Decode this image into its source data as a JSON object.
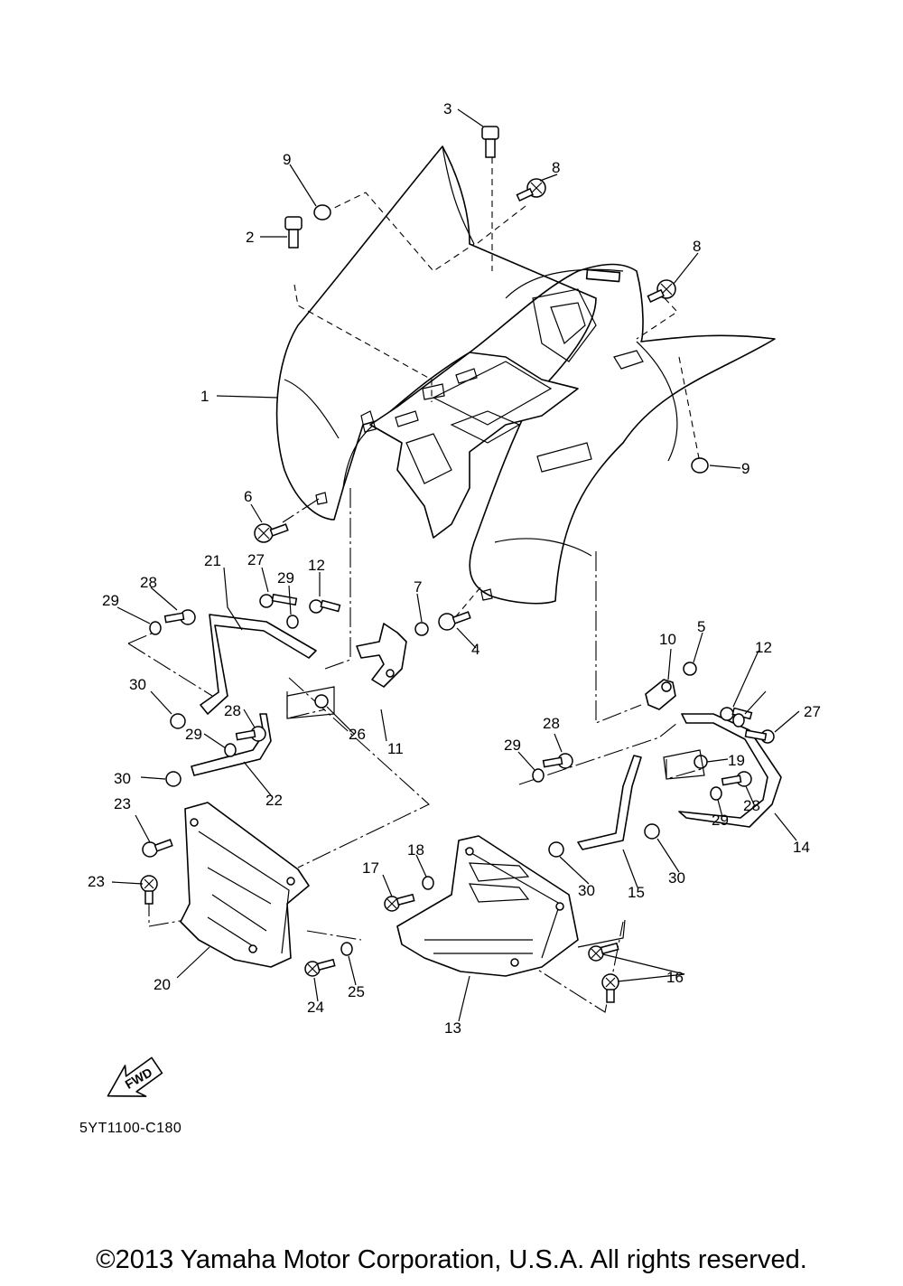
{
  "diagram": {
    "callouts": [
      "1",
      "2",
      "3",
      "4",
      "5",
      "6",
      "7",
      "8",
      "8",
      "9",
      "9",
      "10",
      "11",
      "12",
      "12",
      "13",
      "14",
      "15",
      "16",
      "17",
      "18",
      "19",
      "20",
      "21",
      "22",
      "23",
      "23",
      "24",
      "25",
      "26",
      "27",
      "27",
      "28",
      "28",
      "28",
      "28",
      "29",
      "29",
      "29",
      "29",
      "29",
      "30",
      "30",
      "30",
      "30"
    ],
    "fwd_label": "FWD",
    "diagram_code": "5YT1100-C180"
  },
  "footer": {
    "copyright": "©2013 Yamaha Motor Corporation, U.S.A. All rights reserved."
  }
}
